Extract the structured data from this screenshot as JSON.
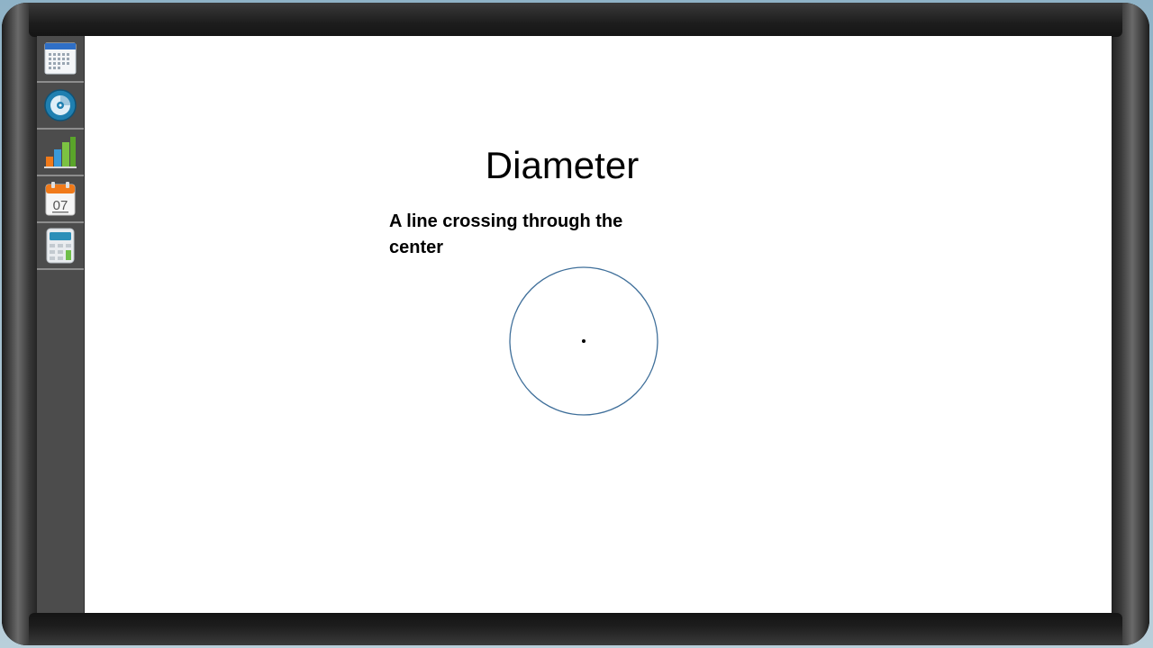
{
  "board": {
    "title": "Diameter",
    "definition": "A line crossing through the center"
  },
  "sidebar": {
    "items": [
      {
        "icon": "calendar-grid-icon"
      },
      {
        "icon": "disc-icon"
      },
      {
        "icon": "bar-chart-icon"
      },
      {
        "icon": "calendar-icon",
        "label": "07"
      },
      {
        "icon": "calculator-icon"
      }
    ]
  },
  "colors": {
    "circle_stroke": "#3f6f9a",
    "sidebar_bg": "#4c4c4c",
    "board_bg": "#ffffff"
  }
}
